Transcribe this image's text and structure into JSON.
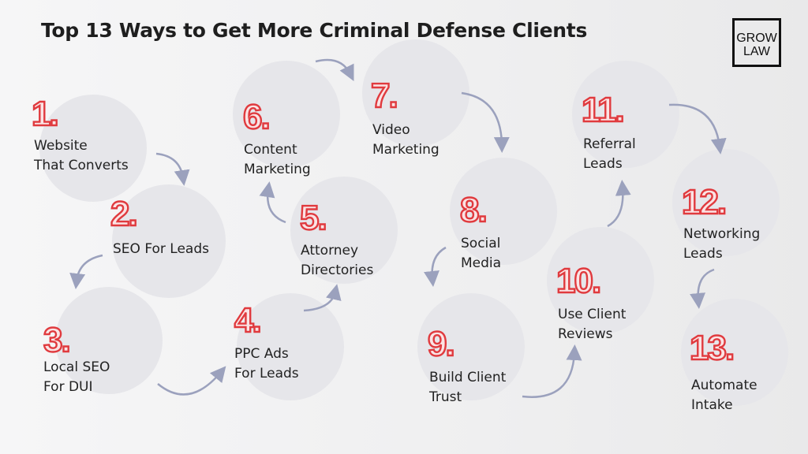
{
  "title": "Top 13 Ways to Get More Criminal Defense Clients",
  "logo": {
    "line1": "GROW",
    "line2": "LAW"
  },
  "colors": {
    "number": "#e03a3e",
    "arrow": "#9ba1bd",
    "circle": "#e6e6ea"
  },
  "steps": [
    {
      "num": "1.",
      "l1": "Website",
      "l2": "That Converts"
    },
    {
      "num": "2.",
      "l1": "SEO For Leads",
      "l2": ""
    },
    {
      "num": "3.",
      "l1": "Local SEO",
      "l2": "For DUI"
    },
    {
      "num": "4.",
      "l1": "PPC Ads",
      "l2": "For Leads"
    },
    {
      "num": "5.",
      "l1": "Attorney",
      "l2": "Directories"
    },
    {
      "num": "6.",
      "l1": "Content",
      "l2": "Marketing"
    },
    {
      "num": "7.",
      "l1": "Video",
      "l2": "Marketing"
    },
    {
      "num": "8.",
      "l1": "Social",
      "l2": "Media"
    },
    {
      "num": "9.",
      "l1": "Build Client",
      "l2": "Trust"
    },
    {
      "num": "10.",
      "l1": "Use Client",
      "l2": "Reviews"
    },
    {
      "num": "11.",
      "l1": "Referral",
      "l2": "Leads"
    },
    {
      "num": "12.",
      "l1": "Networking",
      "l2": "Leads"
    },
    {
      "num": "13.",
      "l1": "Automate",
      "l2": "Intake"
    }
  ]
}
